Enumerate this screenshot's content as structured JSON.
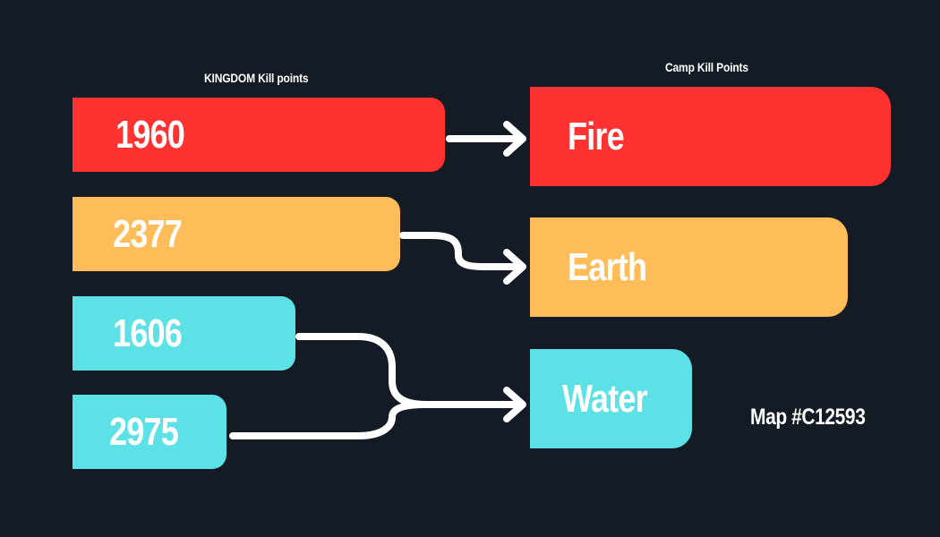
{
  "headings": {
    "kingdom": "KINGDOM Kill points",
    "camp": "Camp Kill Points"
  },
  "kingdom_points": [
    {
      "value": "1960",
      "color": "#ff3131"
    },
    {
      "value": "2377",
      "color": "#ffbd59"
    },
    {
      "value": "1606",
      "color": "#5ce1e6"
    },
    {
      "value": "2975",
      "color": "#5ce1e6"
    }
  ],
  "camps": [
    {
      "label": "Fire",
      "color": "#ff3131"
    },
    {
      "label": "Earth",
      "color": "#ffbd59"
    },
    {
      "label": "Water",
      "color": "#5ce1e6"
    }
  ],
  "mappings": [
    {
      "from": "1960",
      "to": "Fire"
    },
    {
      "from": "2377",
      "to": "Earth"
    },
    {
      "from": "1606",
      "to": "Water"
    },
    {
      "from": "2975",
      "to": "Water"
    }
  ],
  "map_label": "Map #C12593",
  "colors": {
    "background": "#141b24",
    "connector": "#ffffff"
  }
}
